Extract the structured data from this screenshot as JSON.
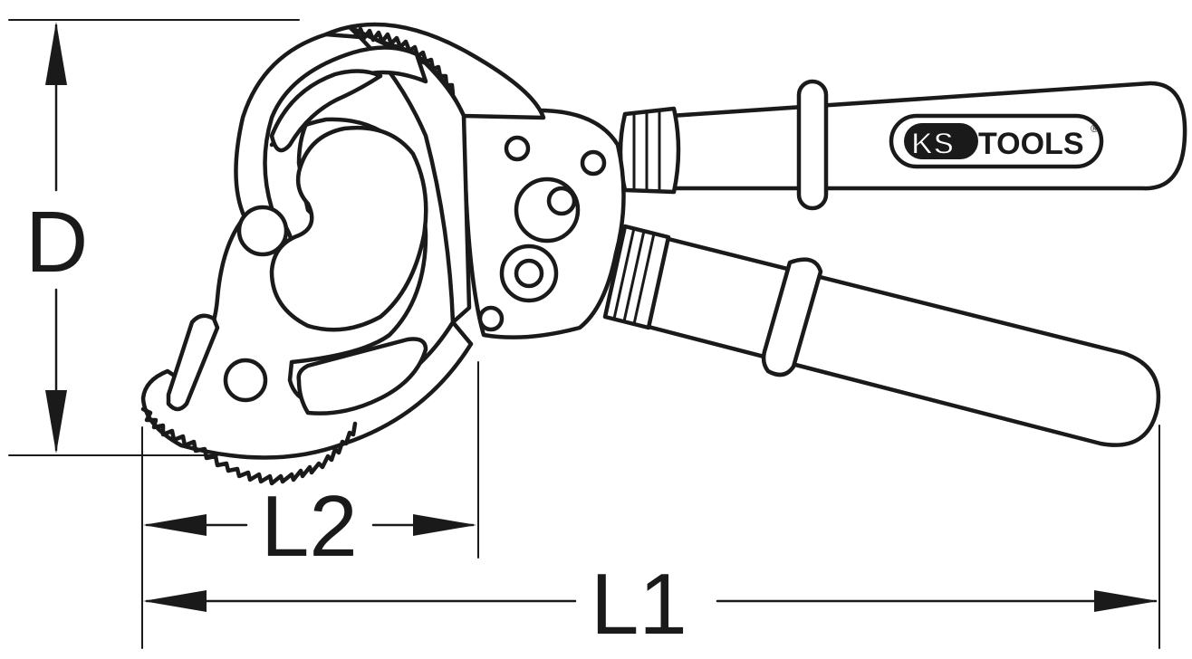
{
  "dimensions": {
    "height_label": "D",
    "short_length_label": "L2",
    "overall_length_label": "L1"
  },
  "brand": {
    "logo_left": "KS",
    "logo_right": "TOOLS",
    "registered_mark": "®"
  },
  "colors": {
    "line": "#1a1a1a",
    "background": "#ffffff"
  },
  "icons": [
    "cable-cutter-icon",
    "dimension-arrow-icon"
  ]
}
